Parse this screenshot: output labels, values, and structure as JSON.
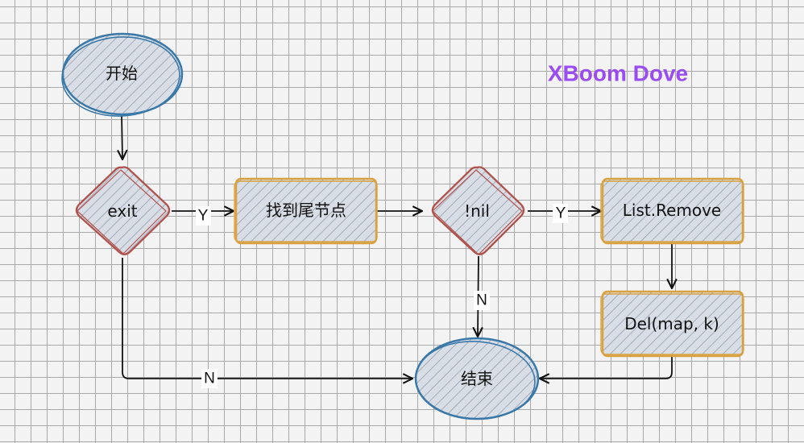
{
  "brand": {
    "text": "XBoom Dove",
    "color": "#9a4cf2"
  },
  "colors": {
    "terminal_stroke": "#3a78a8",
    "decision_stroke": "#b0524c",
    "process_stroke": "#d9a241",
    "fill": "#d9dee6",
    "hatch": "#8a96a6"
  },
  "nodes": {
    "start": {
      "label": "开始",
      "shape": "ellipse"
    },
    "exit": {
      "label": "exit",
      "shape": "diamond"
    },
    "find_tail": {
      "label": "找到尾节点",
      "shape": "rect"
    },
    "not_nil": {
      "label": "!nil",
      "shape": "diamond"
    },
    "list_remove": {
      "label": "List.Remove",
      "shape": "rect"
    },
    "del_map": {
      "label": "Del(map, k)",
      "shape": "rect"
    },
    "end": {
      "label": "结束",
      "shape": "ellipse"
    }
  },
  "edges": {
    "exit_yes": {
      "label": "Y"
    },
    "exit_no": {
      "label": "N"
    },
    "nil_yes": {
      "label": "Y"
    },
    "nil_no": {
      "label": "N"
    }
  }
}
